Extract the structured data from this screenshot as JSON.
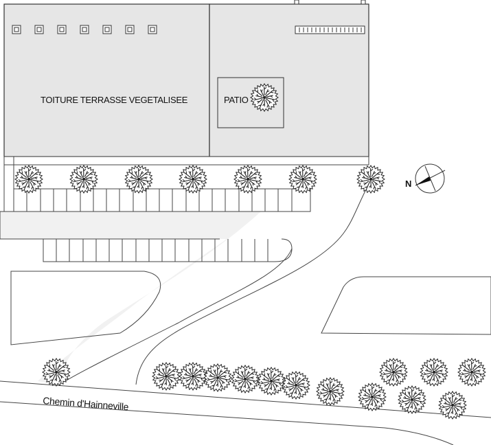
{
  "plan": {
    "roof_label": "TOITURE TERRASSE VEGETALISEE",
    "patio_label": "PATIO",
    "road_label": "Chemin d'Hainneville",
    "north_label": "N",
    "colors": {
      "roof_fill": "#e6e6e6",
      "line": "#444444",
      "tree": "#222222",
      "background": "#ffffff"
    }
  }
}
